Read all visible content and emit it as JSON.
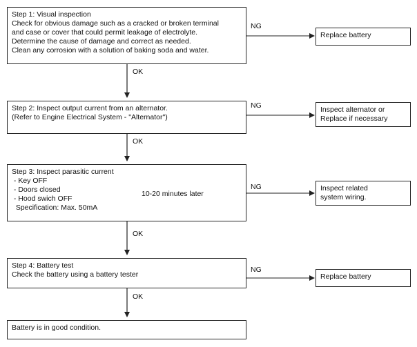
{
  "steps": [
    {
      "lines": [
        "Step 1: Visual inspection",
        "Check for obvious damage such as a cracked or broken terminal",
        "and case or cover that could permit leakage of electrolyte.",
        "Determine the cause of damage and correct as needed.",
        "Clean any corrosion with a solution of baking soda and water."
      ],
      "ng_label": "NG",
      "ng_action": [
        "Replace battery"
      ]
    },
    {
      "lines": [
        "Step 2: Inspect output current from an alternator.",
        "(Refer to Engine Electrical System - \"Alternator\")"
      ],
      "ng_label": "NG",
      "ng_action": [
        "Inspect alternator or",
        "Replace if necessary"
      ]
    },
    {
      "lines": [
        "Step 3: Inspect parasitic current",
        " - Key OFF",
        " - Doors closed",
        " - Hood swich OFF",
        "  Specification: Max. 50mA"
      ],
      "bracket_note": "10-20 minutes later",
      "ng_label": "NG",
      "ng_action": [
        "Inspect related",
        "system wiring."
      ]
    },
    {
      "lines": [
        "Step 4: Battery test",
        "Check the battery using a battery tester"
      ],
      "ng_label": "NG",
      "ng_action": [
        "Replace battery"
      ]
    }
  ],
  "ok_labels": [
    "OK",
    "OK",
    "OK",
    "OK"
  ],
  "final": "Battery is in good condition."
}
